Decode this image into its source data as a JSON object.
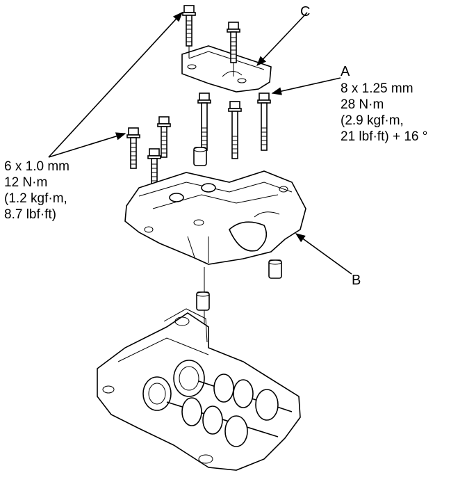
{
  "callouts": {
    "a": "A",
    "b": "B",
    "c": "C"
  },
  "spec_a": {
    "line1": "8 x 1.25 mm",
    "line2": "28 N·m",
    "line3": "(2.9 kgf·m,",
    "line4": "21 lbf·ft) + 16 °"
  },
  "spec_small": {
    "line1": "6 x 1.0 mm",
    "line2": "12 N·m",
    "line3": "(1.2 kgf·m,",
    "line4": "8.7 lbf·ft)"
  }
}
